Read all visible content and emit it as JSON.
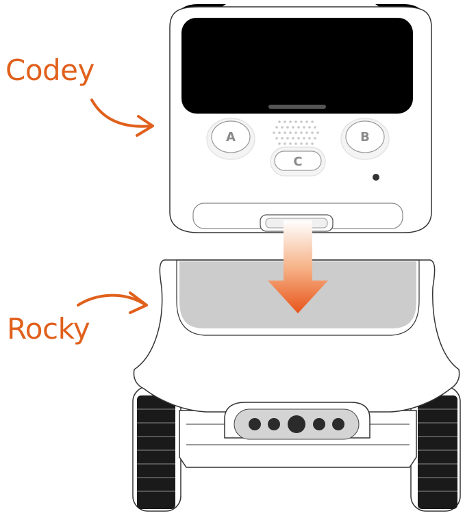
{
  "labels": {
    "codey": "Codey",
    "rocky": "Rocky"
  },
  "codey": {
    "buttons": {
      "a": "A",
      "b": "B",
      "c": "C"
    }
  },
  "colors": {
    "accent": "#e0601c",
    "outline": "#333333",
    "screen": "#000000",
    "tray": "#cccccc",
    "tread": "#1a1a1a"
  }
}
